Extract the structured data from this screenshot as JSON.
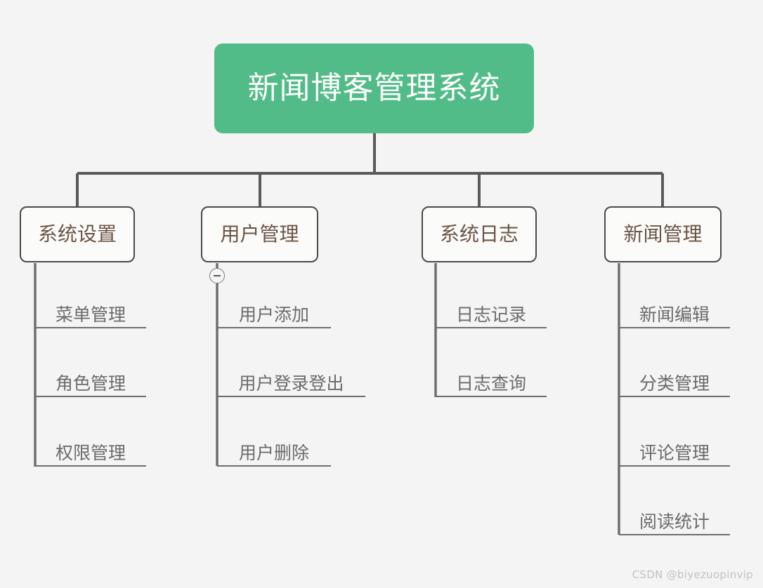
{
  "diagram": {
    "type": "mindmap",
    "title": "新闻博客管理系统",
    "background_color": "#f4f4f4",
    "root": {
      "label": "新闻博客管理系统",
      "fill_color": "#51bc87",
      "text_color": "#ffffff"
    },
    "branches": [
      {
        "label": "系统设置",
        "text_color": "#6b5544",
        "collapsible": false,
        "children": [
          {
            "label": "菜单管理"
          },
          {
            "label": "角色管理"
          },
          {
            "label": "权限管理"
          }
        ]
      },
      {
        "label": "用户管理",
        "text_color": "#6b5544",
        "collapsible": true,
        "collapse_state": "expanded",
        "children": [
          {
            "label": "用户添加"
          },
          {
            "label": "用户登录登出"
          },
          {
            "label": "用户删除"
          }
        ]
      },
      {
        "label": "系统日志",
        "text_color": "#6b5544",
        "collapsible": false,
        "children": [
          {
            "label": "日志记录"
          },
          {
            "label": "日志查询"
          }
        ]
      },
      {
        "label": "新闻管理",
        "text_color": "#6b5544",
        "collapsible": false,
        "children": [
          {
            "label": "新闻编辑"
          },
          {
            "label": "分类管理"
          },
          {
            "label": "评论管理"
          },
          {
            "label": "阅读统计"
          }
        ]
      }
    ]
  },
  "watermark": {
    "text": "CSDN @biyezuopinvip"
  }
}
